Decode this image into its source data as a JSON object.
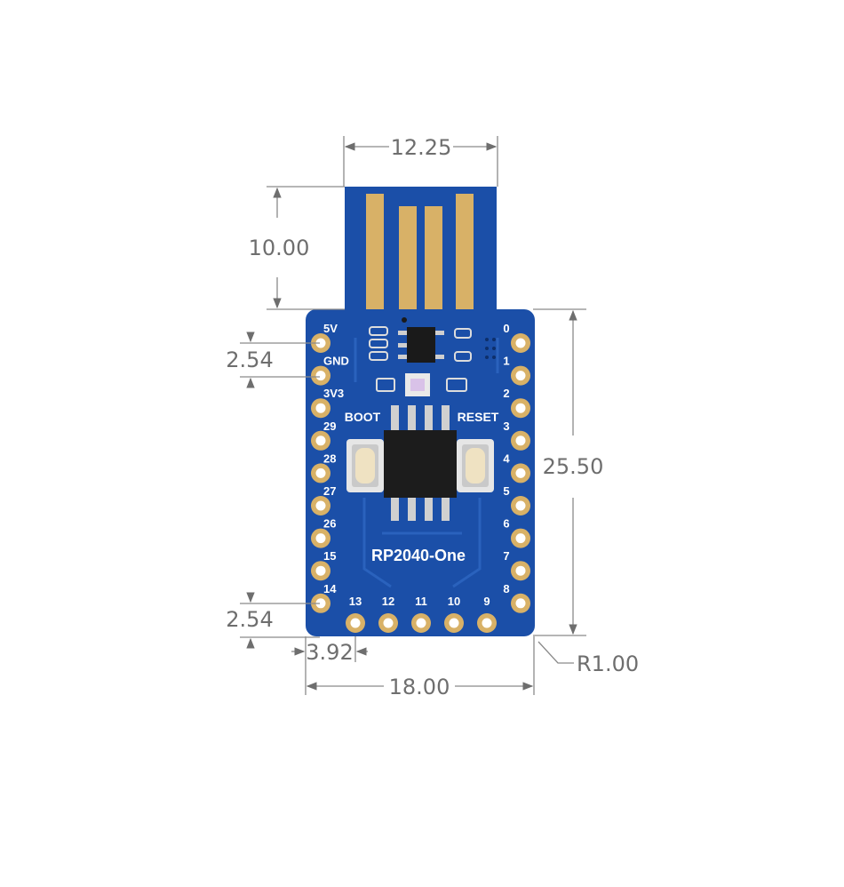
{
  "board": {
    "name": "RP2040-One",
    "button_boot": "BOOT",
    "button_reset": "RESET",
    "pcb_color": "#1b4fa8",
    "gold_color": "#d8b167"
  },
  "pins": {
    "left": [
      "5V",
      "GND",
      "3V3",
      "29",
      "28",
      "27",
      "26",
      "15",
      "14"
    ],
    "right": [
      "0",
      "1",
      "2",
      "3",
      "4",
      "5",
      "6",
      "7",
      "8"
    ],
    "bottom": [
      "13",
      "12",
      "11",
      "10",
      "9"
    ]
  },
  "dimensions": {
    "usb_width": "12.25",
    "usb_length": "10.00",
    "board_length": "25.50",
    "board_width": "18.00",
    "pitch_top": "2.54",
    "pitch_bottom": "2.54",
    "offset": "3.92",
    "corner_radius": "R1.00"
  }
}
